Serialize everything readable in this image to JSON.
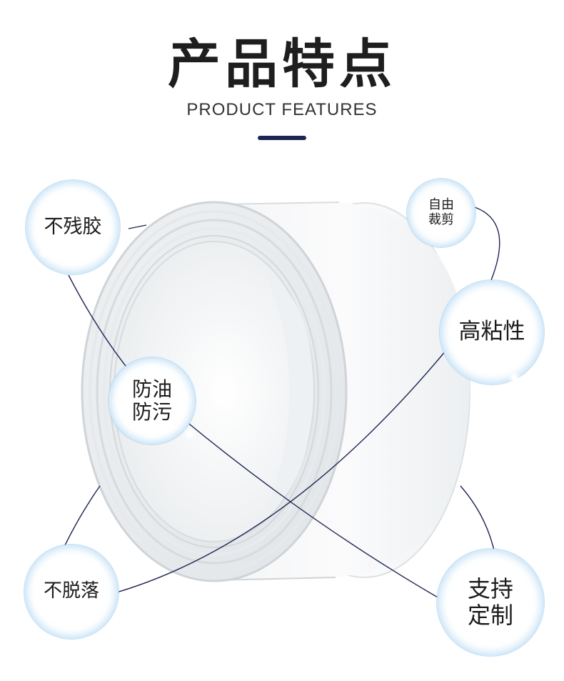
{
  "header": {
    "title": "产品特点",
    "subtitle": "PRODUCT FEATURES"
  },
  "features": {
    "no_residue": "不残胶",
    "oil_stain_proof": "防油\n防污",
    "no_detach": "不脱落",
    "free_cut": "自由\n裁剪",
    "high_tack": "高粘性",
    "customizable": "支持\n定制"
  },
  "colors": {
    "accent": "#1f2353",
    "title": "#1e1e1e",
    "bubble_rim": "#bcdff6"
  },
  "product": {
    "image": "transparent-double-sided-tape-roll"
  }
}
